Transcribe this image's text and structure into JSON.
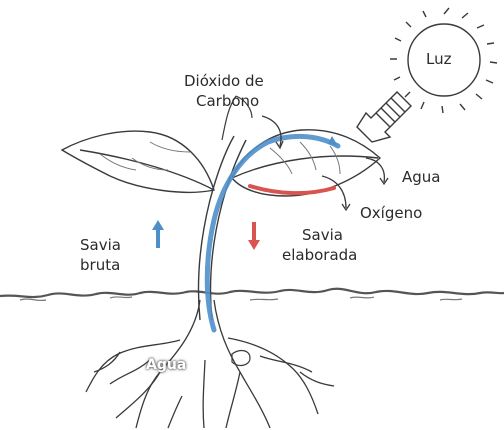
{
  "labels": {
    "luz": "Luz",
    "dioxido_line1": "Dióxido de",
    "dioxido_line2": "Carbono",
    "agua_hoja": "Agua",
    "oxigeno": "Oxígeno",
    "savia_bruta_line1": "Savia",
    "savia_bruta_line2": "bruta",
    "savia_elaborada_line1": "Savia",
    "savia_elaborada_line2": "elaborada",
    "agua_raiz": "Agua"
  },
  "colors": {
    "ink": "#3a3a3a",
    "xylem_blue": "#4f8fc9",
    "phloem_red": "#d9534f",
    "soil": "#555555"
  },
  "icons": [
    "sun-icon",
    "light-arrow-icon"
  ]
}
